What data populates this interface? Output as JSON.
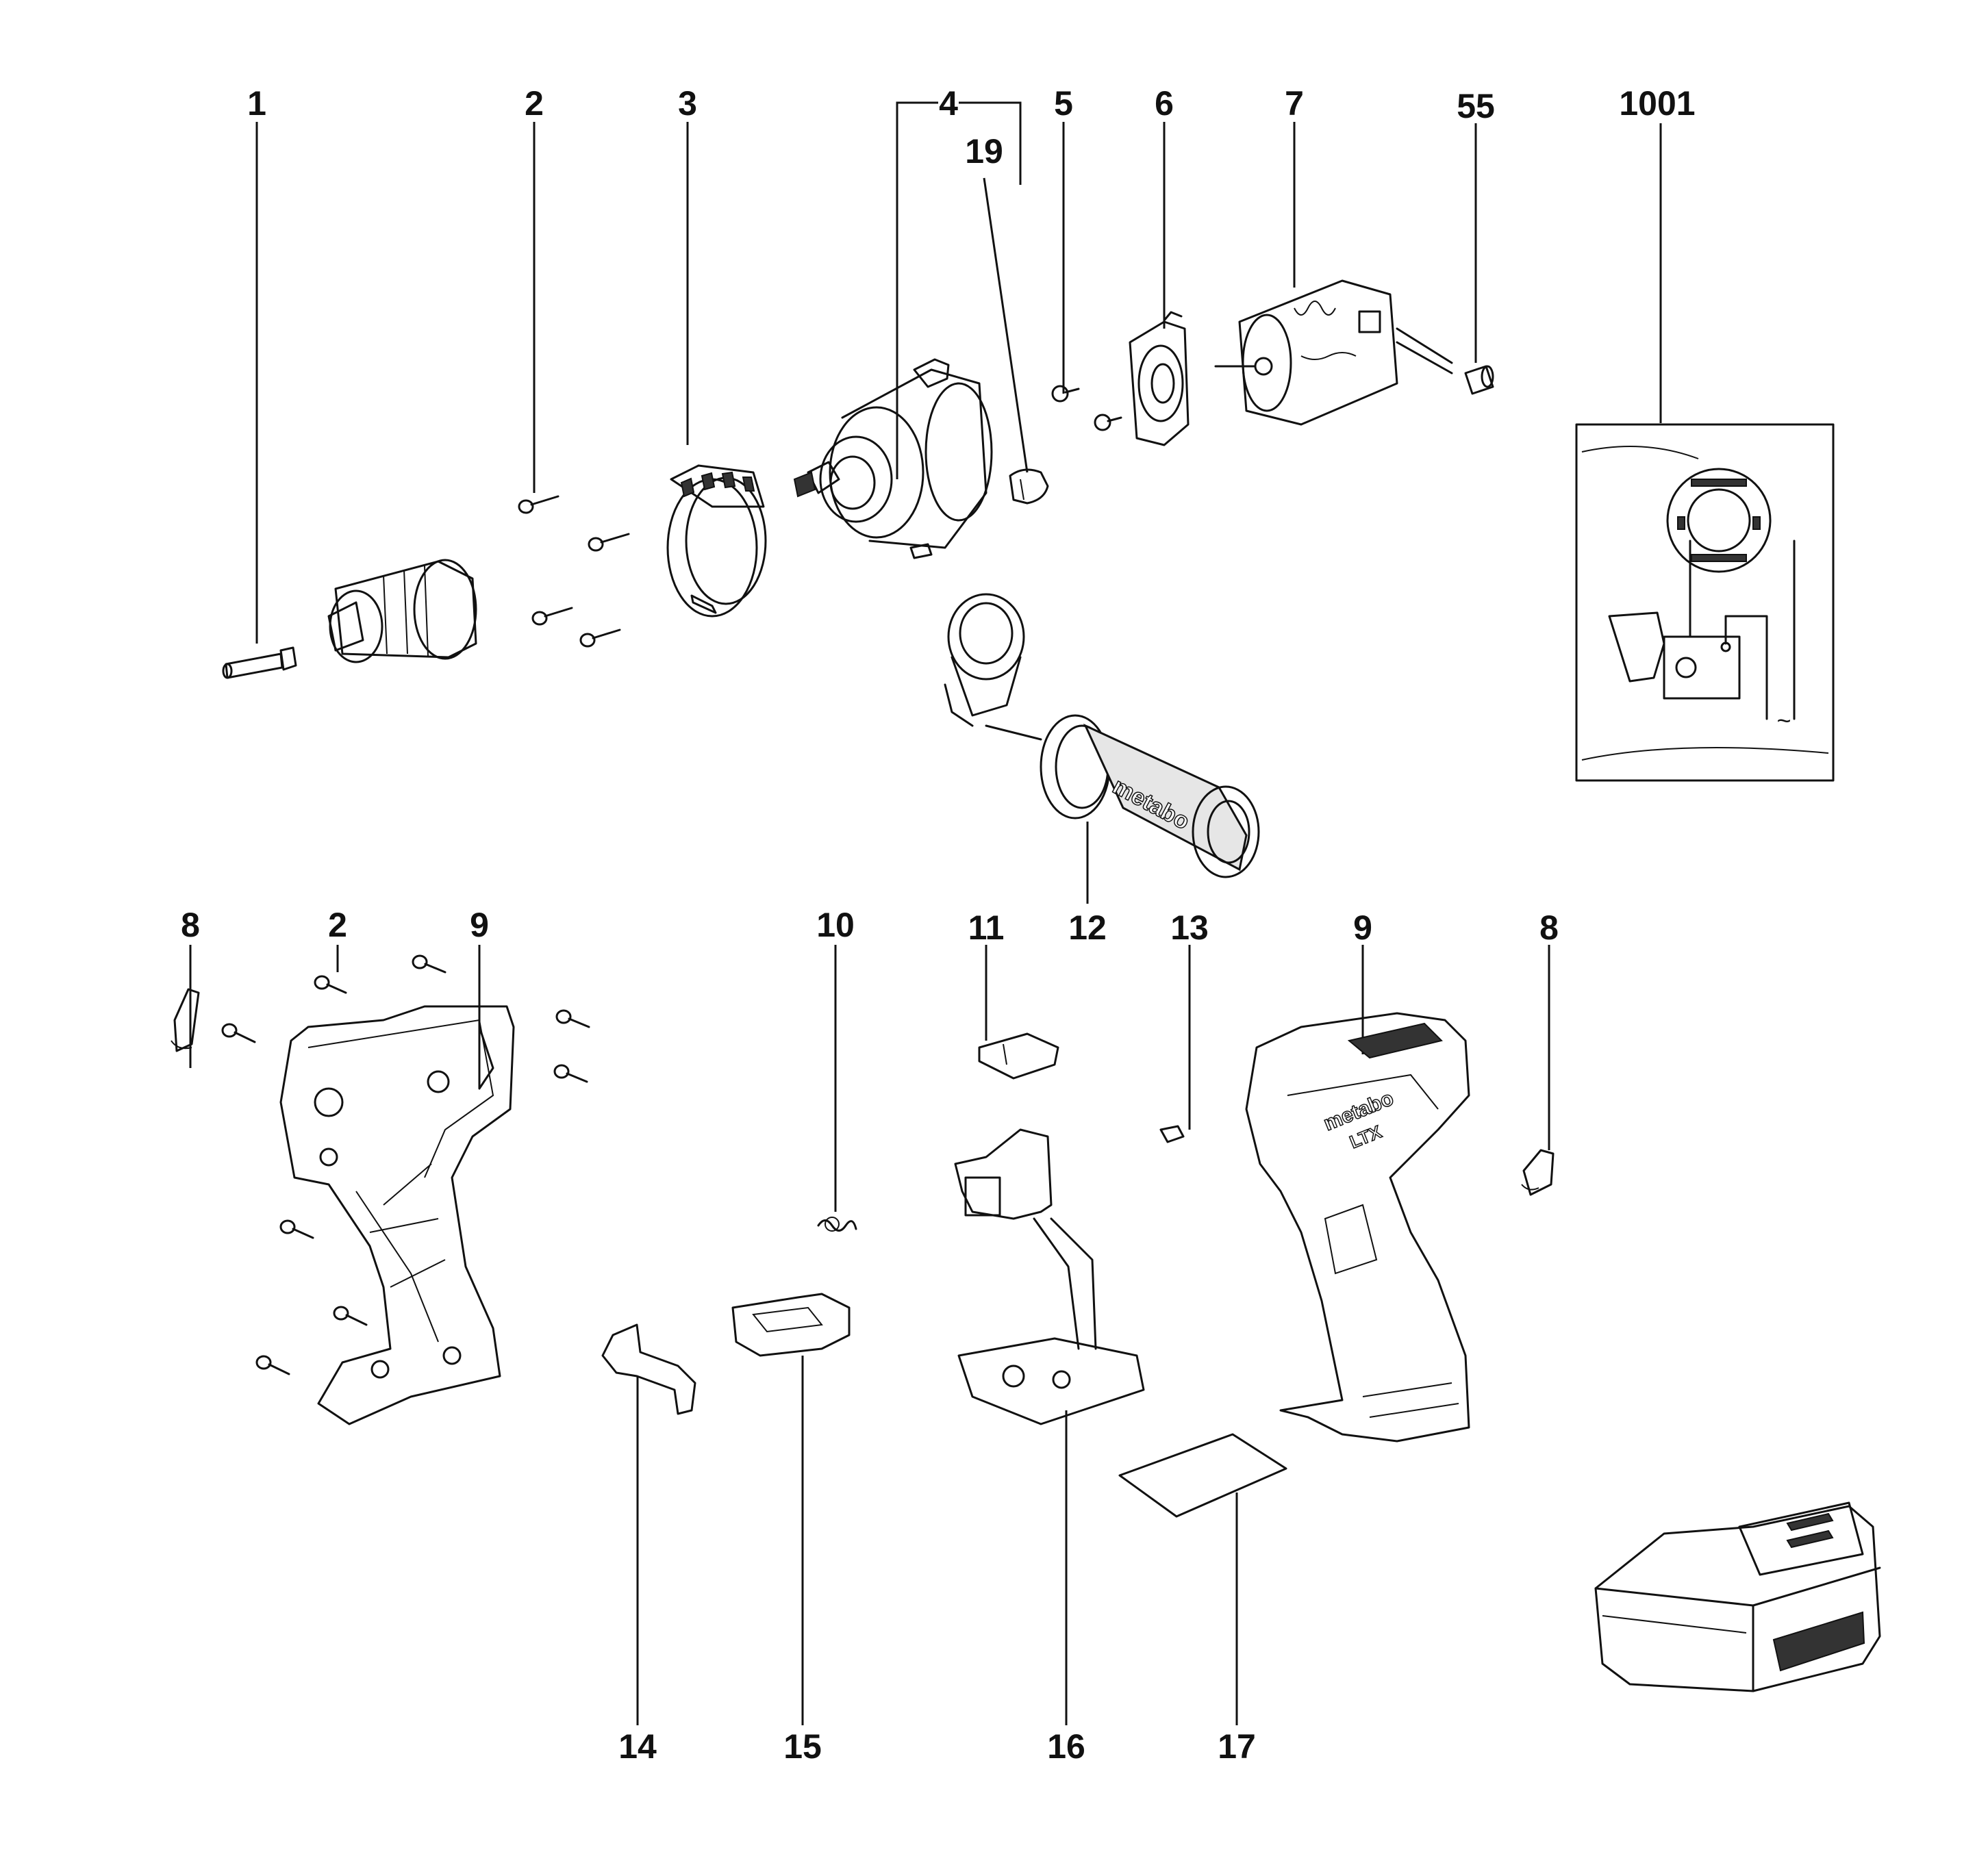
{
  "callouts": {
    "c1": "1",
    "c2a": "2",
    "c3": "3",
    "c4": "4",
    "c19": "19",
    "c5": "5",
    "c6": "6",
    "c7": "7",
    "c55": "55",
    "c1001": "1001",
    "c12": "12",
    "c8a": "8",
    "c2b": "2",
    "c9a": "9",
    "c10": "10",
    "c11": "11",
    "c13": "13",
    "c9b": "9",
    "c8b": "8",
    "c14": "14",
    "c15": "15",
    "c16": "16",
    "c17": "17"
  },
  "branding": {
    "handle_logo": "metabo",
    "housing_logo": "metabo",
    "housing_series": "LTX"
  },
  "wiring_inset": {
    "ac_symbol": "~"
  }
}
